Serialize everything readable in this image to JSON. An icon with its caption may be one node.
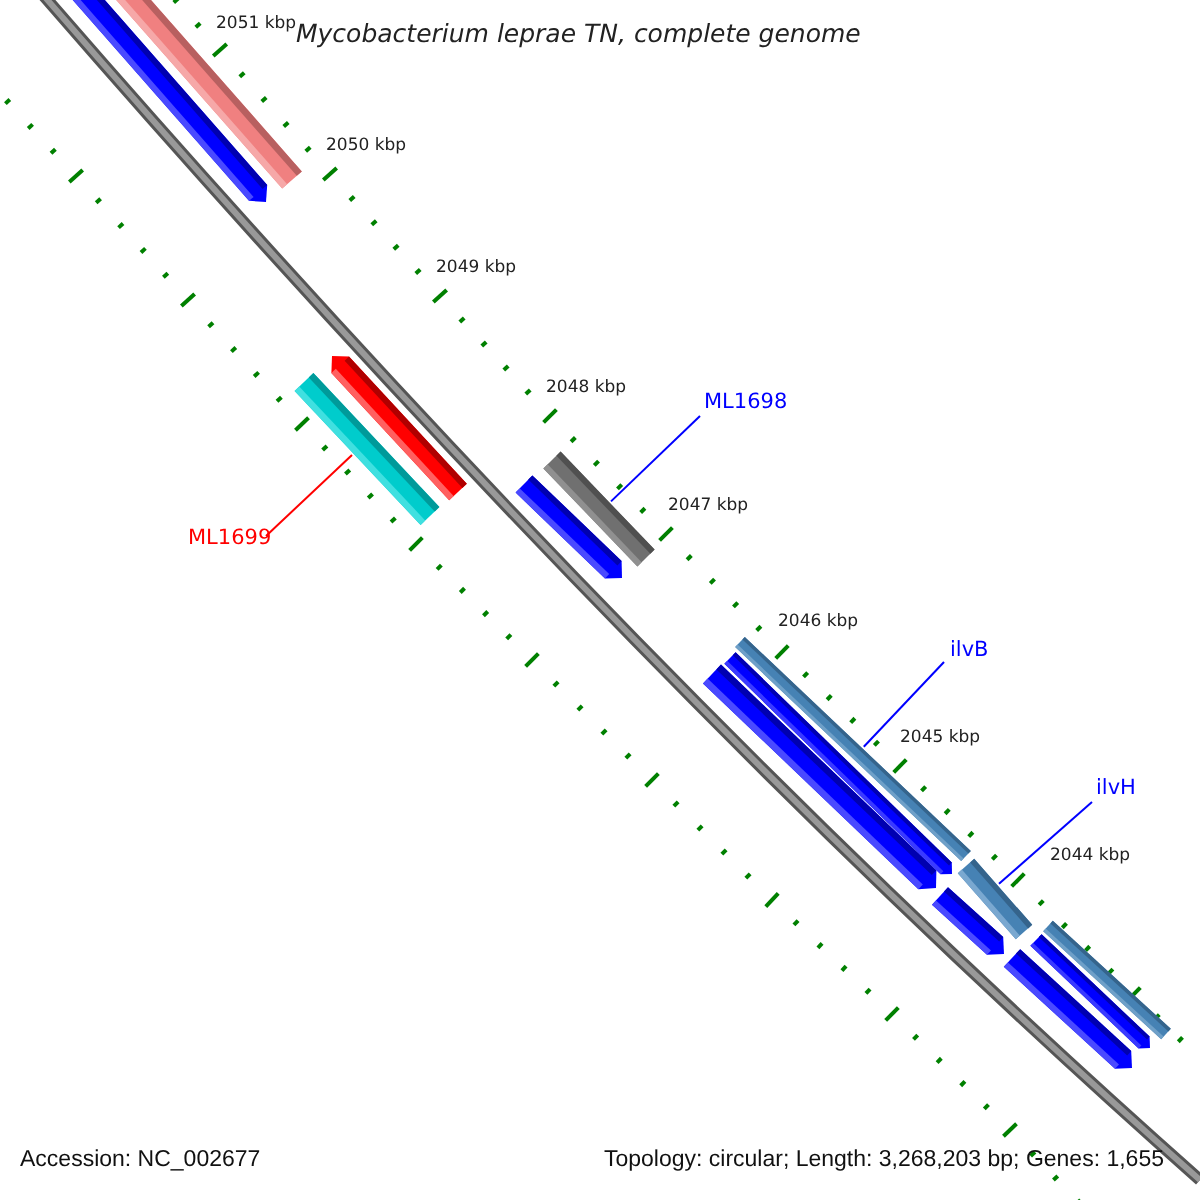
{
  "diagram": {
    "title": "Mycobacterium leprae TN, complete genome",
    "nodes": [
      {
        "text": [
          "ML1698"
        ]
      },
      {
        "text": [],
        "shape": "bar"
      },
      {
        "text": [
          "ML1699"
        ]
      },
      {
        "text": [],
        "shape": "bar"
      },
      {
        "text": [
          "ilvB"
        ]
      },
      {
        "text": [],
        "shape": "bar"
      },
      {
        "text": [
          "ilvH"
        ]
      },
      {
        "text": [],
        "shape": "bar"
      }
    ],
    "edges": [
      {
        "from": 0,
        "to": 1,
        "arrow": "none"
      },
      {
        "from": 2,
        "to": 3,
        "arrow": "none",
        "color": "#ff0000"
      },
      {
        "from": 4,
        "to": 5,
        "arrow": "none"
      },
      {
        "from": 6,
        "to": 7,
        "arrow": "none"
      }
    ],
    "labels": [
      "2051 kbp",
      "2050 kbp",
      "2049 kbp",
      "2048 kbp",
      "2047 kbp",
      "2046 kbp",
      "2045 kbp",
      "2044 kbp",
      "Accession: NC_002677",
      "Topology: circular; Length: 3,268,203 bp; Genes: 1,655"
    ]
  }
}
